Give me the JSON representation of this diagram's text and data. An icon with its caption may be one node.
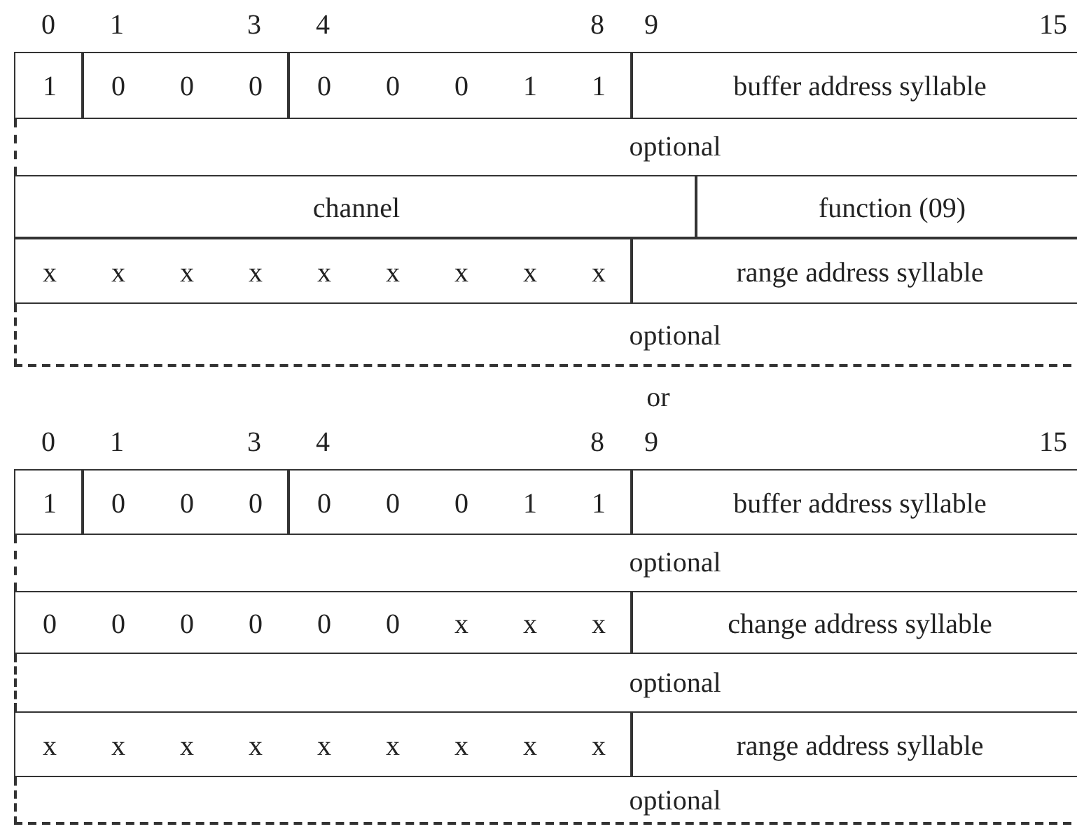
{
  "diagram": {
    "nodes": [
      {
        "text": [
          "1"
        ]
      },
      {
        "text": [
          "0",
          "0",
          "0"
        ]
      },
      {
        "text": [
          "0",
          "0",
          "0",
          "1",
          "1"
        ]
      },
      {
        "text": [
          "buffer address syllable"
        ]
      },
      {
        "text": [
          "optional"
        ]
      },
      {
        "text": [
          "channel"
        ]
      },
      {
        "text": [
          "function (09)"
        ]
      },
      {
        "text": [
          "x",
          "x",
          "x",
          "x",
          "x",
          "x",
          "x",
          "x",
          "x"
        ]
      },
      {
        "text": [
          "range address syllable"
        ]
      },
      {
        "text": [
          "optional"
        ]
      },
      {
        "text": [
          "1"
        ]
      },
      {
        "text": [
          "0",
          "0",
          "0"
        ]
      },
      {
        "text": [
          "0",
          "0",
          "0",
          "1",
          "1"
        ]
      },
      {
        "text": [
          "buffer address syllable"
        ]
      },
      {
        "text": [
          "optional"
        ]
      },
      {
        "text": [
          "0",
          "0",
          "0",
          "0",
          "0",
          "0",
          "x",
          "x",
          "x"
        ]
      },
      {
        "text": [
          "change address syllable"
        ]
      },
      {
        "text": [
          "optional"
        ]
      },
      {
        "text": [
          "x",
          "x",
          "x",
          "x",
          "x",
          "x",
          "x",
          "x",
          "x"
        ]
      },
      {
        "text": [
          "range address syllable"
        ]
      },
      {
        "text": [
          "optional"
        ]
      }
    ],
    "labels": [
      "0",
      "1",
      "3",
      "4",
      "8",
      "9",
      "15",
      "or",
      "0",
      "1",
      "3",
      "4",
      "8",
      "9",
      "15"
    ]
  }
}
